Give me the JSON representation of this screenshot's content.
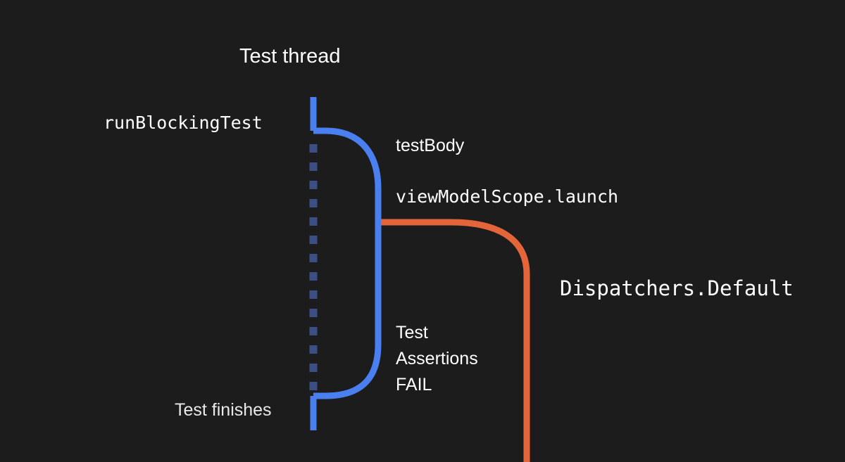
{
  "diagram": {
    "title": "Test thread",
    "run_blocking": "runBlockingTest",
    "test_body": "testBody",
    "launch": "viewModelScope.launch",
    "dispatcher": "Dispatchers.Default",
    "assertion_lines": [
      "Test",
      "Assertions",
      "FAIL"
    ],
    "finishes": "Test finishes"
  },
  "colors": {
    "background": "#1c1c1c",
    "test_thread": "#4a7ff0",
    "blocked_thread": "#3b4f84",
    "dispatcher_thread": "#e4653a",
    "text": "#ffffff"
  }
}
